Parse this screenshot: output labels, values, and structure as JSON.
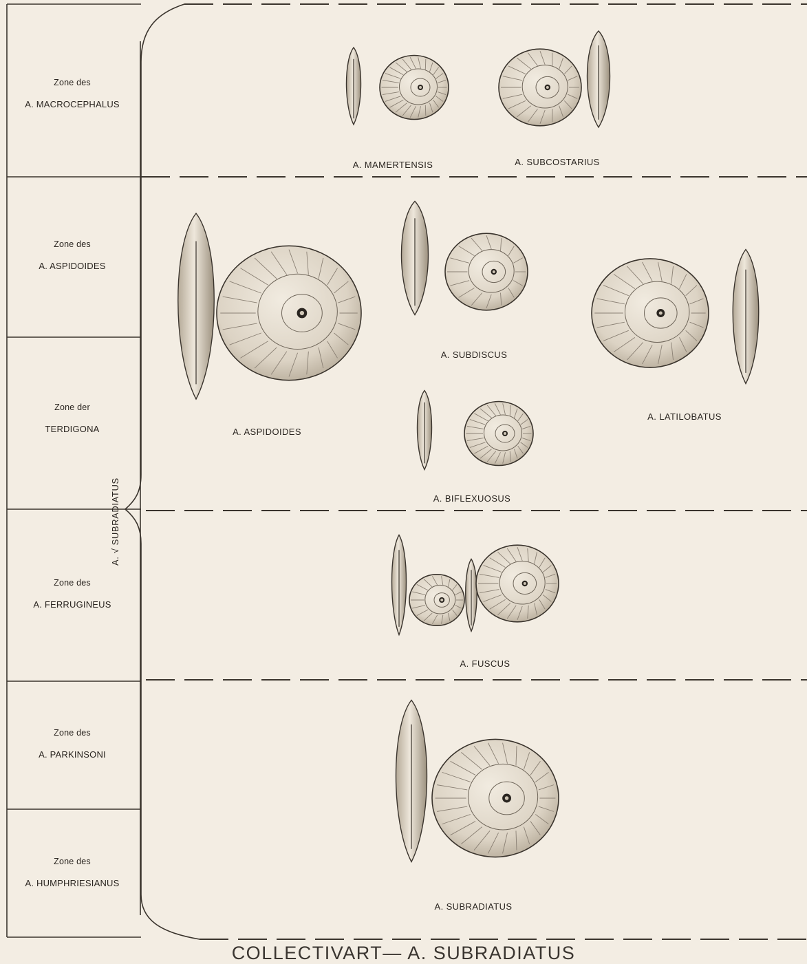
{
  "zones": [
    {
      "line1": "Zone des",
      "line2": "A. MACROCEPHALUS"
    },
    {
      "line1": "Zone des",
      "line2": "A. ASPIDOIDES"
    },
    {
      "line1": "Zone der",
      "line2": "TERDIGONA"
    },
    {
      "line1": "Zone des",
      "line2": "A. FERRUGINEUS"
    },
    {
      "line1": "Zone des",
      "line2": "A. PARKINSONI"
    },
    {
      "line1": "Zone des",
      "line2": "A. HUMPHRIESIANUS"
    }
  ],
  "vertical_label": "A. √ SUBRADIATUS",
  "species": {
    "mamertensis": "A. MAMERTENSIS",
    "subcostarius": "A. SUBCOSTARIUS",
    "aspidoides": "A. ASPIDOIDES",
    "subdiscus": "A. SUBDISCUS",
    "latilobatus": "A. LATILOBATUS",
    "biflexuosus": "A. BIFLEXUOSUS",
    "fuscus": "A. FUSCUS",
    "subradiatus": "A. SUBRADIATUS"
  },
  "caption": "COLLECTIVART—  A. SUBRADIATUS",
  "colors": {
    "paper": "#f3ede3",
    "ink": "#2a2520",
    "shell": "#e8e0d2",
    "shade": "#8a8074"
  }
}
